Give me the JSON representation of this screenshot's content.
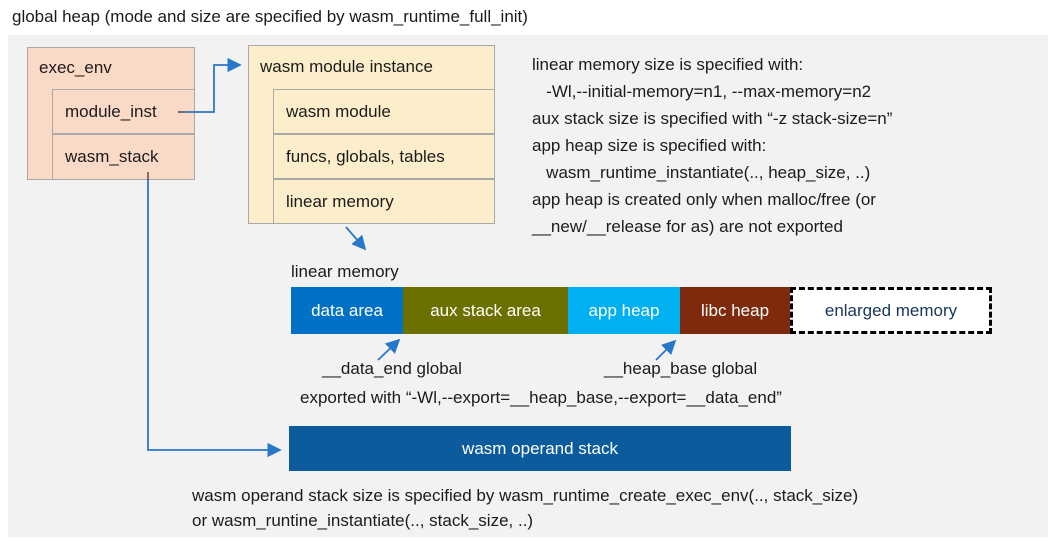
{
  "title": "global heap (mode and size are specified by wasm_runtime_full_init)",
  "exec_env": {
    "header": "exec_env",
    "rows": [
      "module_inst",
      "wasm_stack"
    ],
    "fill": "#fbd9c7"
  },
  "module_instance": {
    "header": "wasm module instance",
    "rows": [
      "wasm module",
      "funcs, globals, tables",
      "linear memory"
    ],
    "fill": "#fdeecb"
  },
  "notes_right": {
    "lines": [
      "linear memory size is specified with:",
      "   -Wl,--initial-memory=n1, --max-memory=n2",
      "aux stack size is specified with “-z stack-size=n”",
      "app heap size is specified with:",
      "   wasm_runtime_instantiate(.., heap_size, ..)",
      "app heap is created only when malloc/free (or",
      "__new/__release for as) are not exported"
    ]
  },
  "linear_memory": {
    "label": "linear memory",
    "segments": [
      {
        "label": "data area",
        "color": "#0071c5",
        "text_color": "#ffffff"
      },
      {
        "label": "aux stack area",
        "color": "#6c7000",
        "text_color": "#ffffff"
      },
      {
        "label": "app heap",
        "color": "#00b0f0",
        "text_color": "#ffffff"
      },
      {
        "label": "libc heap",
        "color": "#7e2a0d",
        "text_color": "#ffffff"
      },
      {
        "label": "enlarged memory",
        "color": "#ffffff",
        "text_color": "#17365d"
      }
    ],
    "data_end_label": "__data_end global",
    "heap_base_label": "__heap_base global",
    "export_note": "exported with “-Wl,--export=__heap_base,--export=__data_end”"
  },
  "operand_stack": {
    "label": "wasm operand stack",
    "color": "#0b5b9d",
    "text_color": "#ffffff"
  },
  "footer": {
    "lines": [
      "wasm operand stack size is specified by wasm_runtime_create_exec_env(.., stack_size)",
      "or wasm_runtine_instantiate(.., stack_size, ..)"
    ]
  },
  "colors": {
    "page_bg": "#ffffff",
    "panel_bg": "#f2f2f2",
    "arrow": "#2878c8",
    "box_border": "#a9a9a9"
  }
}
